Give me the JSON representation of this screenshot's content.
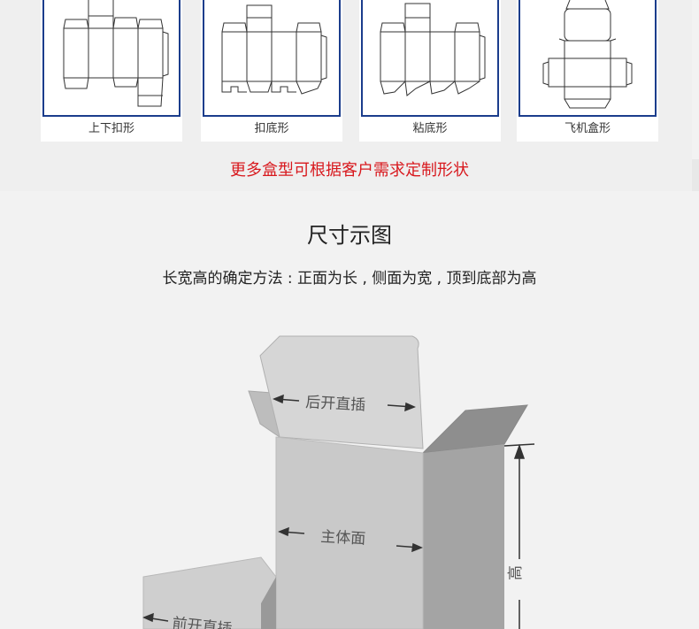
{
  "box_types": [
    {
      "id": "tuck-top-bottom",
      "caption": "上下扣形"
    },
    {
      "id": "lock-bottom",
      "caption": "扣底形"
    },
    {
      "id": "glue-bottom",
      "caption": "粘底形"
    },
    {
      "id": "airplane-box",
      "caption": "飞机盒形"
    }
  ],
  "custom_note": "更多盒型可根据客户需求定制形状",
  "size_section": {
    "title": "尺寸示图",
    "description": "长宽高的确定方法 : 正面为长 , 侧面为宽 , 顶到底部为高",
    "labels": {
      "back_flap": "后开直插",
      "main_face": "主体面",
      "height": "高",
      "front_flap": "前开直插"
    }
  },
  "colors": {
    "frame_blue": "#1b3d8c",
    "note_red": "#d8191e"
  }
}
